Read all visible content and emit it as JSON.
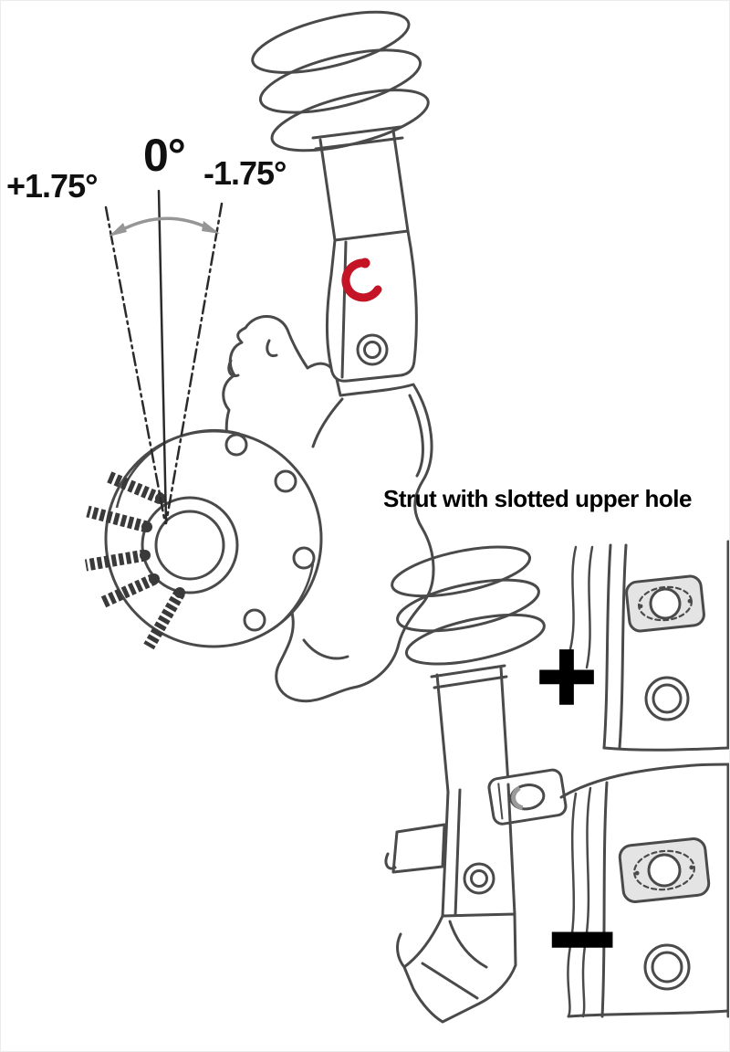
{
  "diagram": {
    "camber": {
      "positive_label": "+1.75°",
      "zero_label": "0°",
      "negative_label": "-1.75°"
    },
    "caption": "Strut with slotted upper hole",
    "adjustment": {
      "plus_label": "+",
      "minus_label": "−"
    },
    "colors": {
      "line": "#4a4a4a",
      "accent_red": "#c41425",
      "arrow_gray": "#969696",
      "stud_dark": "#3a3a3a",
      "panel_fill": "#e4e4e4",
      "text": "#000000",
      "background": "#ffffff"
    }
  }
}
